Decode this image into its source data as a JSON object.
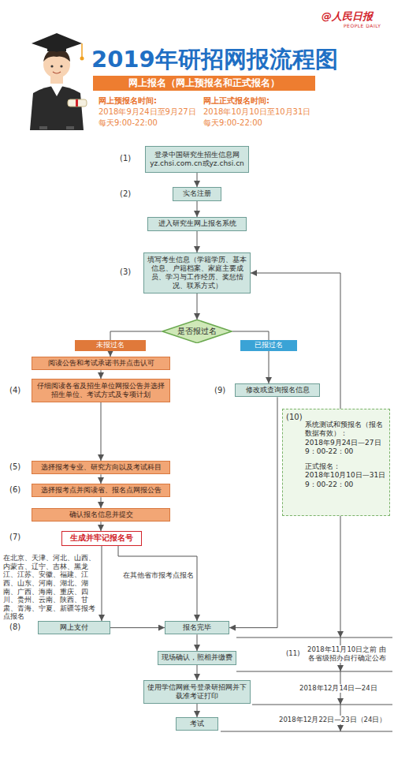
{
  "diagram": {
    "title": "2019年研招网报流程图",
    "nodes": [
      {
        "text": [
          "网上报名（网上预报名和正式报名）"
        ]
      },
      {
        "text": [
          "登录中国研究生招生信息网 yz.chsi.com.cn或yz.chsi.cn"
        ]
      },
      {
        "text": [
          "实名注册"
        ]
      },
      {
        "text": [
          "进入研究生网上报名系统"
        ]
      },
      {
        "text": [
          "填写考生信息（学籍学历、基本信息、户籍档案、家庭主要成员、学习与工作经历、奖惩情况、联系方式）"
        ]
      },
      {
        "text": [
          "是否报过名"
        ]
      },
      {
        "text": [
          "未报过名"
        ]
      },
      {
        "text": [
          "已报过名"
        ]
      },
      {
        "text": [
          "阅读公告和考试承诺书并点击认可"
        ]
      },
      {
        "text": [
          "仔细阅读各省及招生单位网报公告并选择招生单位、考试方式及专项计划"
        ]
      },
      {
        "text": [
          "修改或查询报名信息"
        ]
      },
      {
        "text": [
          "系统测试和预报名（报名数据有效）：",
          "2018年9月24日—27日",
          "9：00-22：00",
          "正式报名：",
          "2018年10月10日—31日",
          "9：00-22：00"
        ]
      },
      {
        "text": [
          "选择报考专业、研究方向以及考试科目"
        ]
      },
      {
        "text": [
          "选择报考点并阅读省、报名点网报公告"
        ]
      },
      {
        "text": [
          "确认报名信息并提交"
        ]
      },
      {
        "text": [
          "生成并牢记报名号"
        ]
      },
      {
        "text": [
          "网上支付"
        ]
      },
      {
        "text": [
          "报名完毕"
        ]
      },
      {
        "text": [
          "现场确认，照相并缴费"
        ]
      },
      {
        "text": [
          "使用学信网账号登录研招网并下载准考证打印"
        ]
      },
      {
        "text": [
          "考试"
        ]
      }
    ],
    "edges": [
      {
        "from": 1,
        "to": 2,
        "arrow": "to"
      },
      {
        "from": 2,
        "to": 3,
        "arrow": "to"
      },
      {
        "from": 3,
        "to": 4,
        "arrow": "to"
      },
      {
        "from": 4,
        "to": 5,
        "arrow": "to"
      },
      {
        "from": 5,
        "to": 6,
        "arrow": "none"
      },
      {
        "from": 5,
        "to": 7,
        "arrow": "none"
      },
      {
        "from": 6,
        "to": 8,
        "arrow": "to"
      },
      {
        "from": 8,
        "to": 9,
        "arrow": "to"
      },
      {
        "from": 9,
        "to": 12,
        "arrow": "to"
      },
      {
        "from": 12,
        "to": 13,
        "arrow": "to"
      },
      {
        "from": 13,
        "to": 14,
        "arrow": "to"
      },
      {
        "from": 14,
        "to": 15,
        "arrow": "to"
      },
      {
        "from": 15,
        "to": 16,
        "arrow": "to"
      },
      {
        "from": 15,
        "to": 17,
        "arrow": "to"
      },
      {
        "from": 16,
        "to": 17,
        "arrow": "to"
      },
      {
        "from": 7,
        "to": 10,
        "arrow": "to"
      },
      {
        "from": 10,
        "to": 17,
        "arrow": "to"
      },
      {
        "from": 11,
        "to": 4,
        "arrow": "to"
      },
      {
        "from": 17,
        "to": 18,
        "arrow": "to"
      },
      {
        "from": 18,
        "to": 19,
        "arrow": "to"
      },
      {
        "from": 19,
        "to": 20,
        "arrow": "to"
      }
    ],
    "labels": [
      "@人民日报",
      "PEOPLE DAILY",
      "网上预报名时间:",
      "2018年9月24日至9月27日",
      "每天9:00-22:00",
      "网上正式报名时间:",
      "2018年10月10日至10月31日",
      "每天9:00-22:00",
      "(1)",
      "(2)",
      "(3)",
      "(4)",
      "(9)",
      "(10)",
      "(5)",
      "(6)",
      "(7)",
      "在北京、天津、河北、山西、内蒙古、辽宁、吉林、黑龙江、江苏、安徽、福建、江西、山东、河南、湖北、湖南、广西、海南、重庆、四川、贵州、云南、陕西、甘肃、青海、宁夏、新疆等报考点报名",
      "在其他省市报考点报名",
      "(8)",
      "(11)",
      "2018年11月10日之前 由各省级招办自行确定公布",
      "2018年12月14日—24日",
      "2018年12月22日—23日（24日）"
    ]
  }
}
